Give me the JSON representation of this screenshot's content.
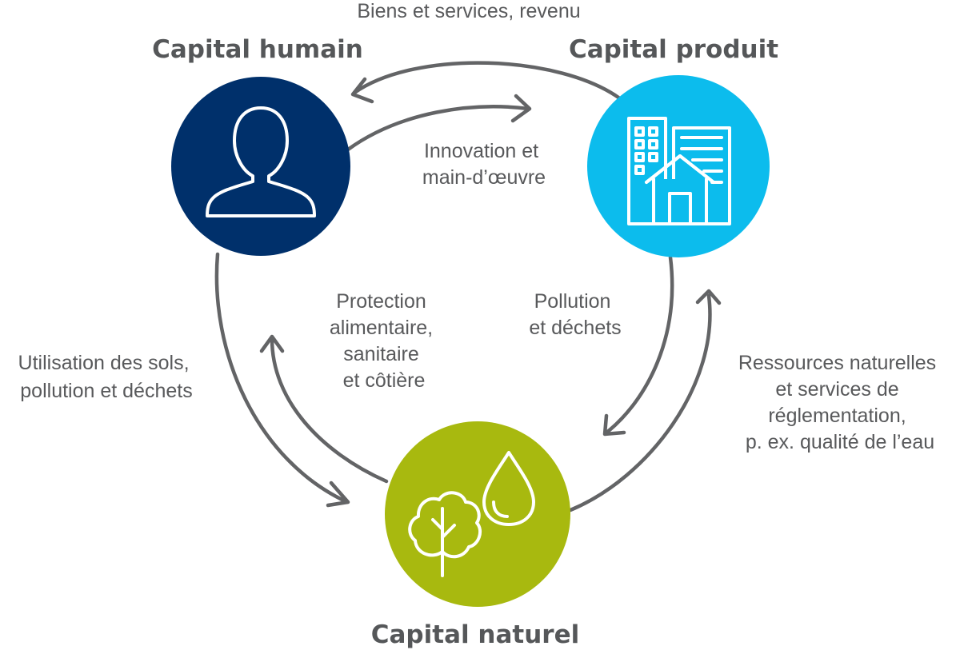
{
  "nodes": {
    "human": {
      "title": "Capital humain",
      "color": "#00306b",
      "icon": "person-icon"
    },
    "produced": {
      "title": "Capital produit",
      "color": "#0cbced",
      "icon": "buildings-icon"
    },
    "natural": {
      "title": "Capital naturel",
      "color": "#a8b90f",
      "icon": "tree-drop-icon"
    }
  },
  "flows": {
    "goods_services": [
      "Biens et services, revenu"
    ],
    "innovation_labor": [
      "Innovation et",
      "main-d’œuvre"
    ],
    "pollution_waste": [
      "Pollution",
      "et déchets"
    ],
    "protection": [
      "Protection",
      "alimentaire,",
      "sanitaire",
      "et côtière"
    ],
    "land_use": [
      "Utilisation des sols,",
      "pollution et déchets"
    ],
    "resources": [
      "Ressources naturelles",
      "et services de",
      "réglementation,",
      "p. ex. qualité de l’eau"
    ]
  },
  "colors": {
    "arrow": "#636466",
    "text": "#58595b",
    "title": "#555759"
  }
}
